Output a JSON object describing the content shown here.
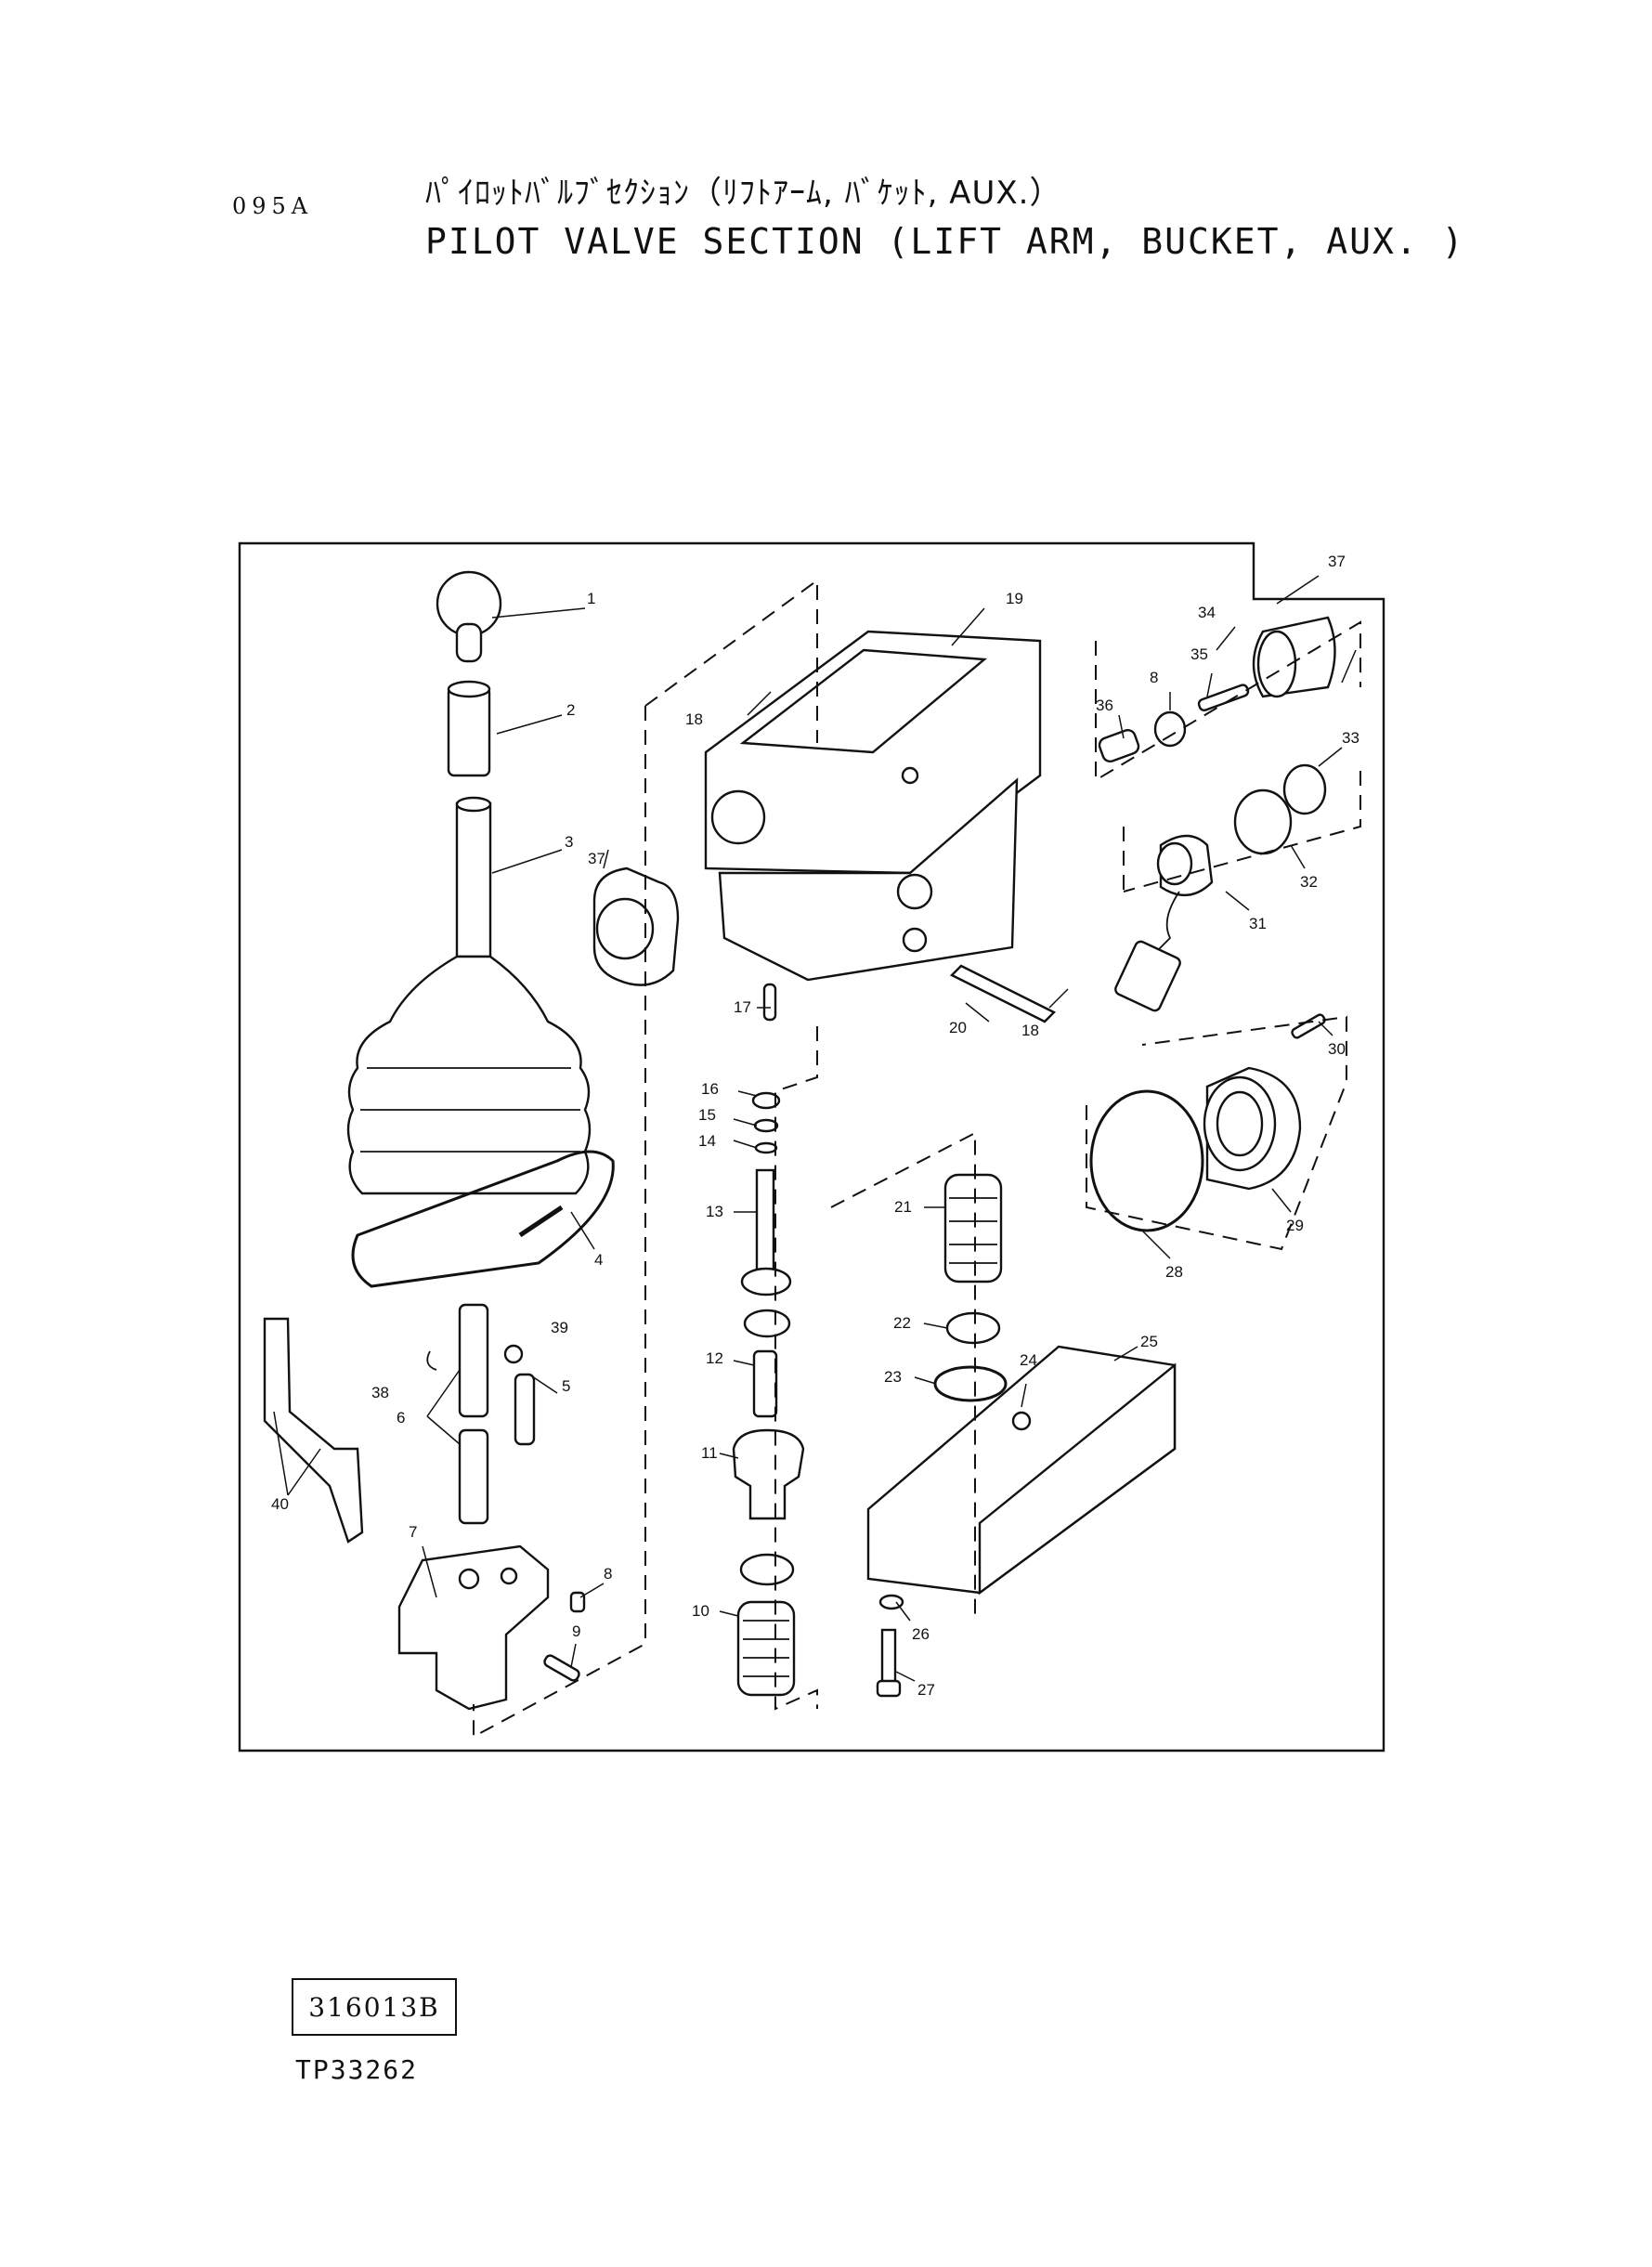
{
  "header": {
    "page_code": "095A",
    "title_jp": "ﾊﾟｲﾛｯﾄﾊﾞﾙﾌﾞｾｸｼｮﾝ（ﾘﾌﾄｱｰﾑ, ﾊﾞｹｯﾄ, AUX.）",
    "title_en": "PILOT VALVE SECTION (LIFT ARM, BUCKET, AUX. )"
  },
  "callouts": {
    "c1": "1",
    "c2": "2",
    "c3": "3",
    "c4": "4",
    "c5": "5",
    "c6": "6",
    "c7": "7",
    "c8a": "8",
    "c8b": "8",
    "c9": "9",
    "c10": "10",
    "c11": "11",
    "c12": "12",
    "c13": "13",
    "c14": "14",
    "c15": "15",
    "c16": "16",
    "c17": "17",
    "c18a": "18",
    "c18b": "18",
    "c19": "19",
    "c20": "20",
    "c21": "21",
    "c22": "22",
    "c23": "23",
    "c24": "24",
    "c25": "25",
    "c26": "26",
    "c27": "27",
    "c28": "28",
    "c29": "29",
    "c30": "30",
    "c31": "31",
    "c32": "32",
    "c33": "33",
    "c34": "34",
    "c35": "35",
    "c36": "36",
    "c37a": "37",
    "c37b": "37",
    "c38": "38",
    "c39": "39",
    "c40": "40"
  },
  "footer": {
    "drawing_number": "316013B",
    "tp_code": "TP33262"
  }
}
